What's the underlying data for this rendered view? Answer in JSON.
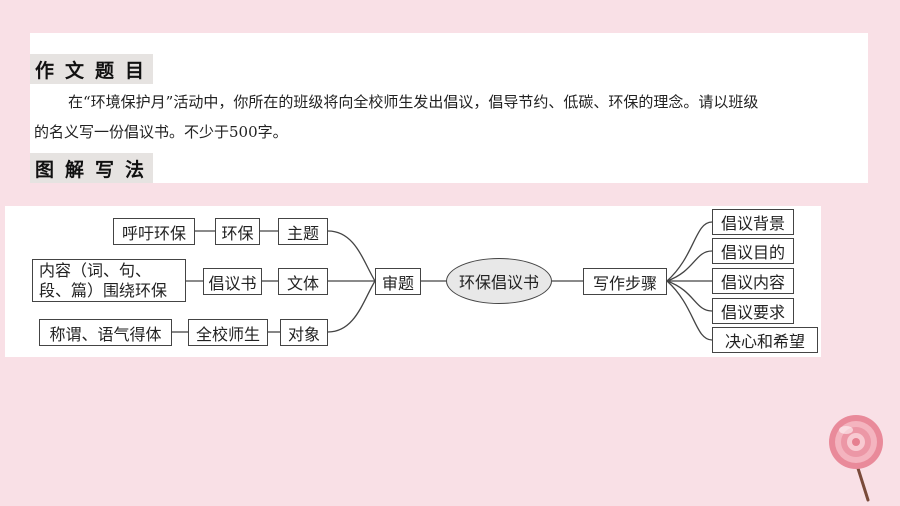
{
  "section": {
    "heading1": "作文题目",
    "prompt_line1": "在“环境保护月”活动中，你所在的班级将向全校师生发出倡议，倡导节约、低碳、环保的理念。请以班级",
    "prompt_line2": "的名义写一份倡议书。不少于500字。",
    "heading2": "图解写法"
  },
  "mindmap": {
    "center": "环保倡议书",
    "left_hub": "审题",
    "left_branches": [
      {
        "label": "主题",
        "middle": "环保",
        "detail": "呼吁环保"
      },
      {
        "label": "文体",
        "middle": "倡议书",
        "detail": "内容（词、句、段、篇）围绕环保"
      },
      {
        "label": "对象",
        "middle": "全校师生",
        "detail": "称谓、语气得体"
      }
    ],
    "right_hub": "写作步骤",
    "right_branches": [
      "倡议背景",
      "倡议目的",
      "倡议内容",
      "倡议要求",
      "决心和希望"
    ]
  },
  "colors": {
    "background": "#f9e0e6",
    "heading_bar": "#e6e3e1",
    "ellipse_fill": "#e8e8e8"
  },
  "icons": [
    "lollipop-icon"
  ]
}
